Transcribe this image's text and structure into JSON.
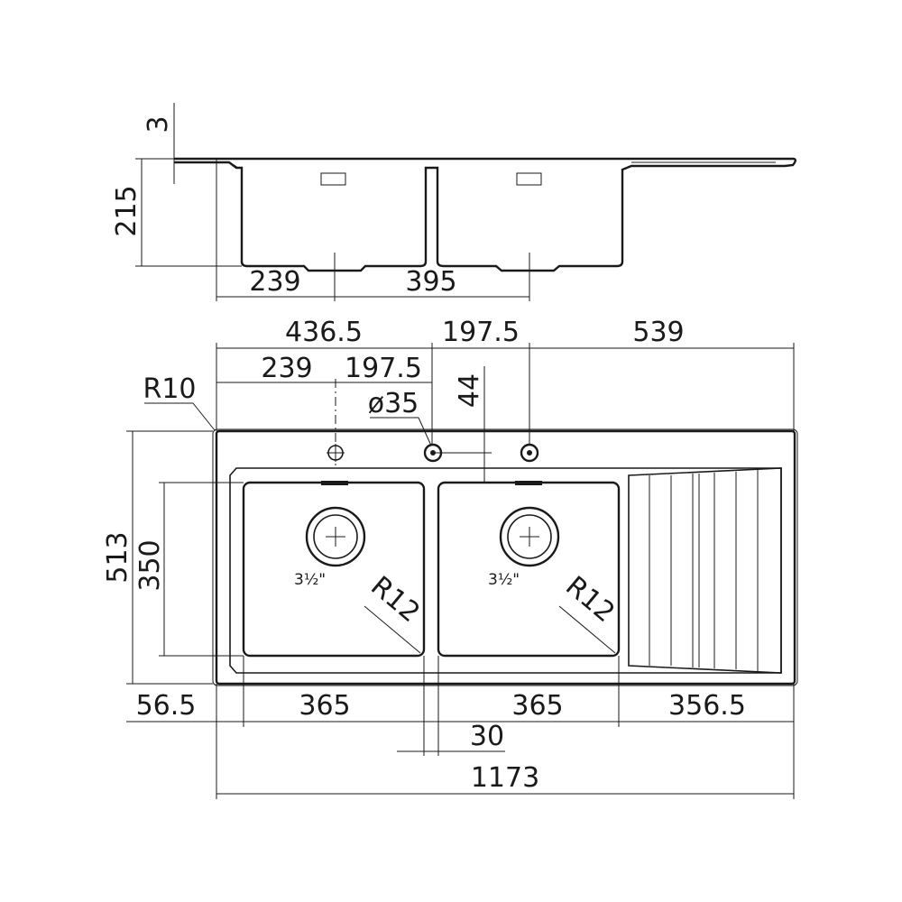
{
  "side_view": {
    "dims": {
      "rim_thickness": "3",
      "depth": "215",
      "drain_left": "239",
      "drain_spacing": "395"
    }
  },
  "top_view": {
    "dims": {
      "top_left": "436.5",
      "top_mid": "197.5",
      "top_right": "539",
      "hole_left": "239",
      "hole_mid": "197.5",
      "corner_radius": "R10",
      "hole_diameter": "ø35",
      "hole_offset": "44",
      "overall_depth": "513",
      "bowl_depth": "350",
      "waste_left": "3½\"",
      "waste_right": "3½\"",
      "bowl_radius_left": "R12",
      "bowl_radius_right": "R12",
      "margin_left": "56.5",
      "bowl_left_width": "365",
      "bowl_right_width": "365",
      "drainer_width": "356.5",
      "bowl_gap": "30",
      "overall_width": "1173"
    }
  }
}
